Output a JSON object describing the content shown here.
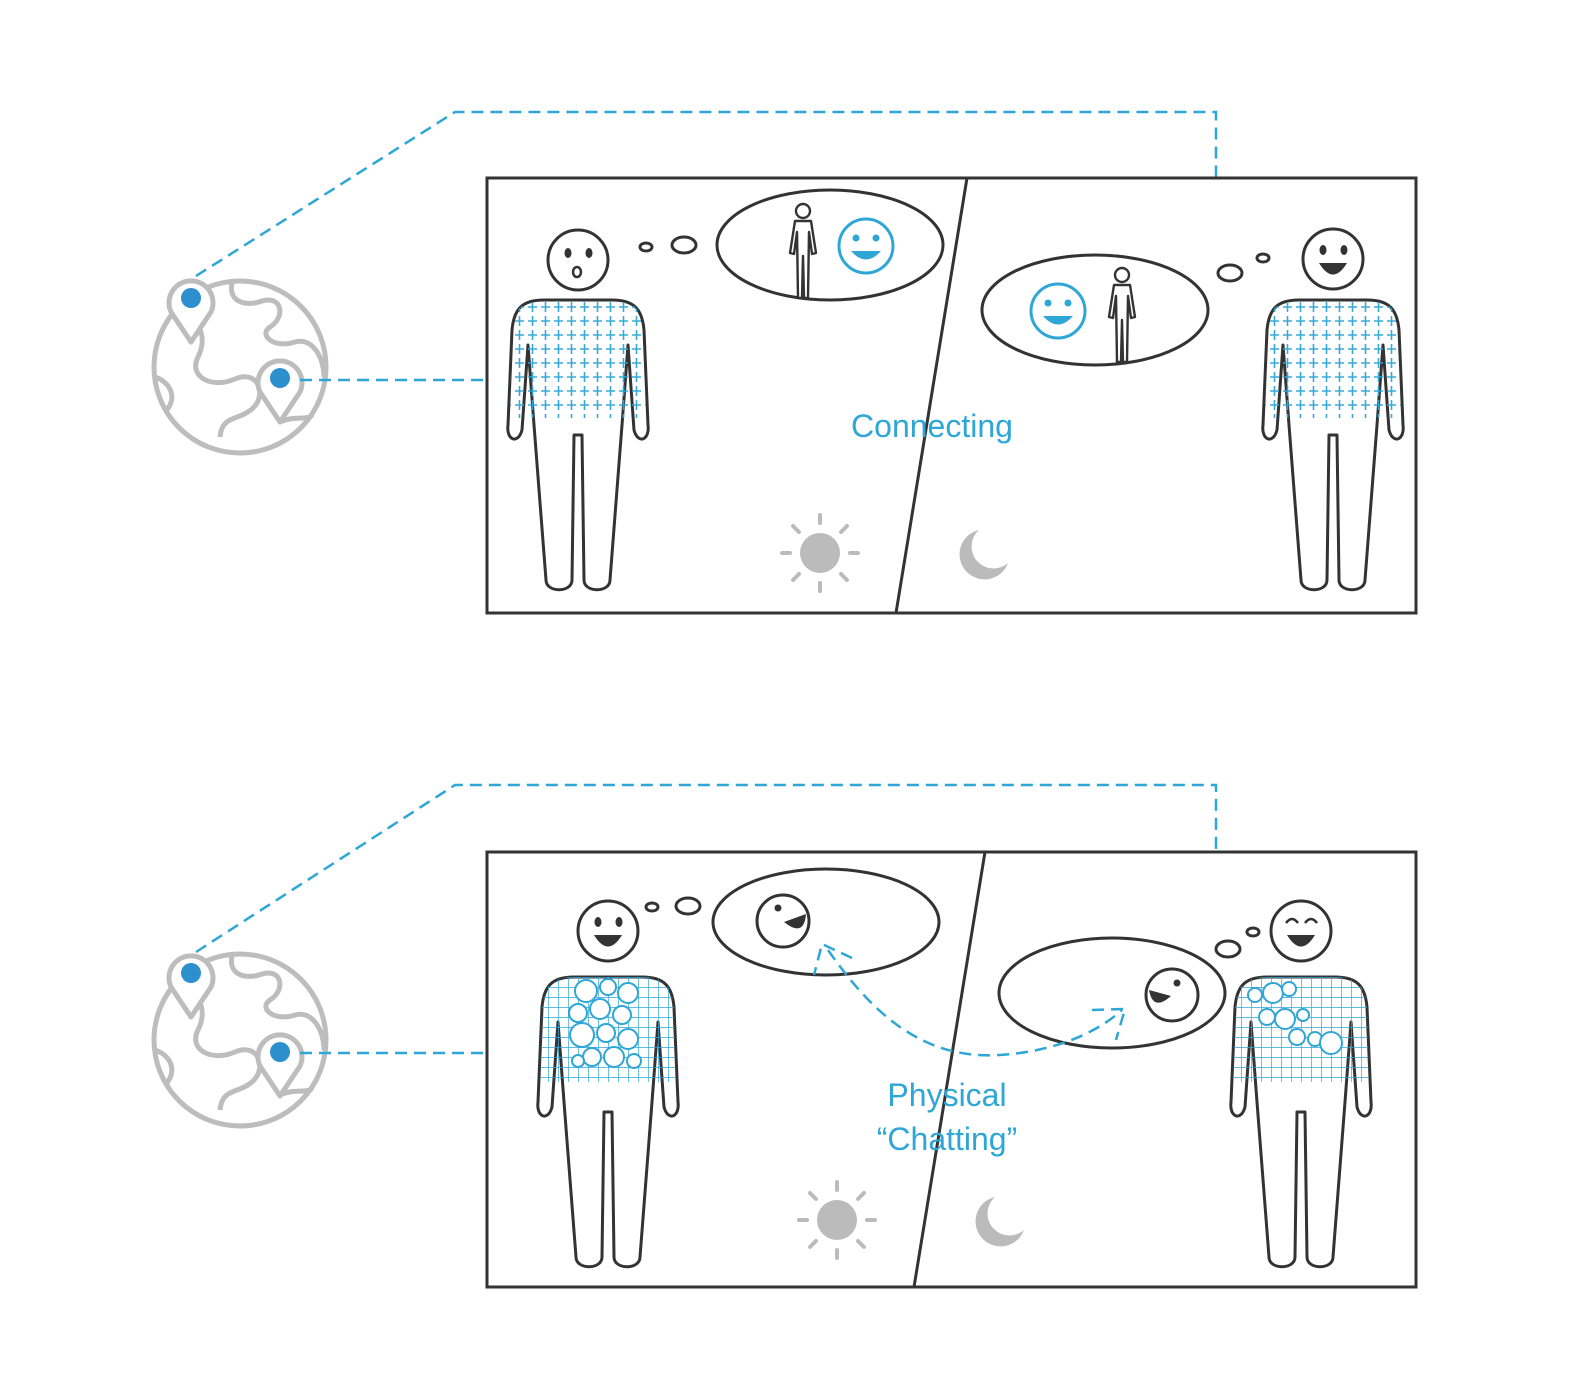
{
  "panels": [
    {
      "caption_lines": [
        "Connecting"
      ]
    },
    {
      "caption_lines": [
        "Physical",
        "“Chatting”"
      ]
    }
  ],
  "icons": {
    "globe": "globe-icon",
    "pin": "map-pin-icon",
    "sun": "sun-icon",
    "moon": "moon-icon",
    "person": "person-icon",
    "smiley": "smiley-icon"
  },
  "colors": {
    "accent": "#2ea6d6",
    "outline": "#333333",
    "grey": "#bbbbbb"
  }
}
